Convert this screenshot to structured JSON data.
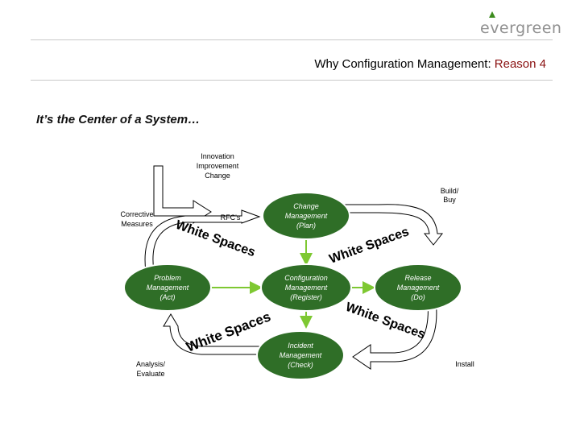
{
  "logo": {
    "text": "evergreen"
  },
  "header": {
    "title_main": "Why  Configuration Management: ",
    "title_accent": "Reason 4"
  },
  "slide_title": "It’s the Center of a System…",
  "colors": {
    "node_fill": "#2f6e27",
    "arrow_green": "#7ec832",
    "header_accent": "#8a1111",
    "logo_green": "#3c8c1e"
  },
  "nodes": {
    "change": [
      "Change",
      "Management",
      "(Plan)"
    ],
    "config": [
      "Configuration",
      "Management",
      "(Register)"
    ],
    "problem": [
      "Problem",
      "Management",
      "(Act)"
    ],
    "release": [
      "Release",
      "Management",
      "(Do)"
    ],
    "incident": [
      "Incident",
      "Management",
      "(Check)"
    ]
  },
  "labels": {
    "innovation": [
      "Innovation",
      "Improvement",
      "Change"
    ],
    "build_buy": [
      "Build/",
      "Buy"
    ],
    "corrective": [
      "Corrective",
      "Measures"
    ],
    "rfcs": "RFC's",
    "analysis": [
      "Analysis/",
      "Evaluate"
    ],
    "install": "Install"
  },
  "white_spaces": {
    "top_left": "White Spaces",
    "top_right": "White Spaces",
    "bottom_left": "White Spaces",
    "bottom_right": "White Spaces"
  }
}
